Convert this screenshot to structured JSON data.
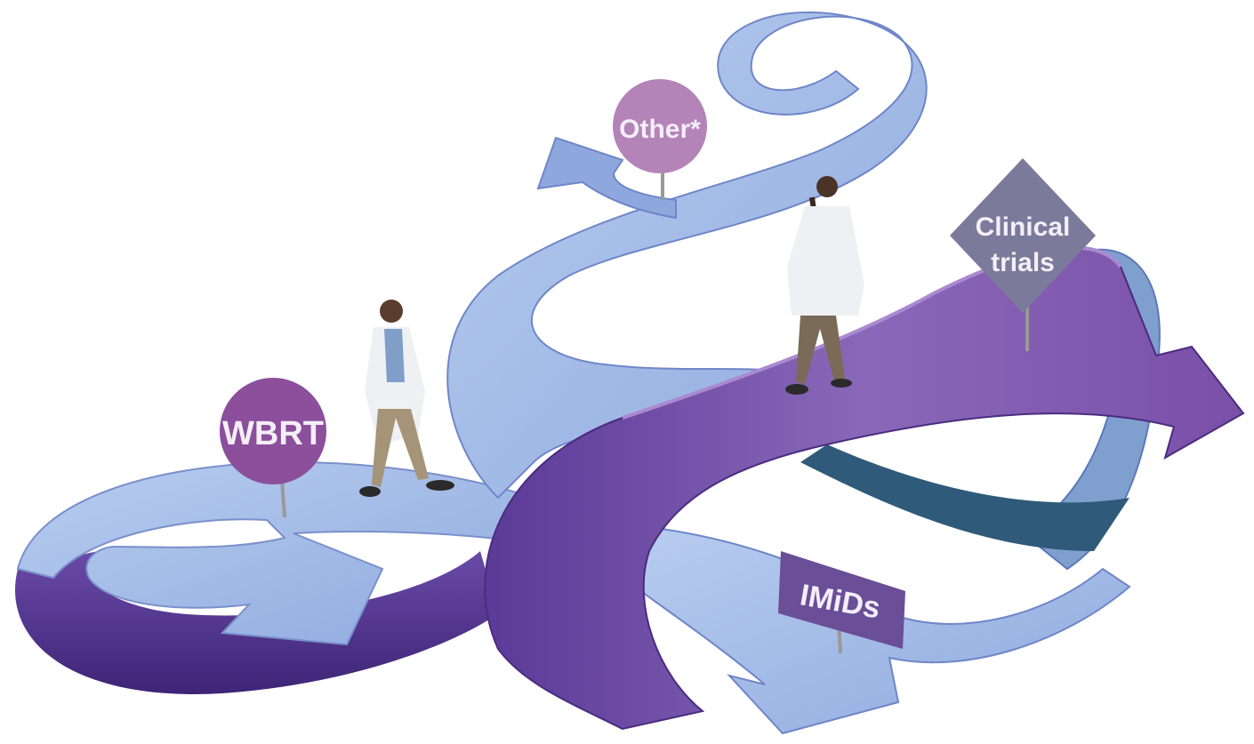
{
  "signs": {
    "wbrt": "WBRT",
    "other": "Other*",
    "clinical_line1": "Clinical",
    "clinical_line2": "trials",
    "imids": "IMiDs"
  },
  "colors": {
    "blue_ribbon": "#a4bde6",
    "blue_edge": "#6f86c8",
    "purple_ribbon": "#7f5bb0",
    "purple_dark": "#4e2f86",
    "wbrt_sign": "#8b4f9c",
    "other_sign": "#b483b8",
    "clinical_sign": "#7b7a9a",
    "imids_sign": "#6a4e98"
  }
}
